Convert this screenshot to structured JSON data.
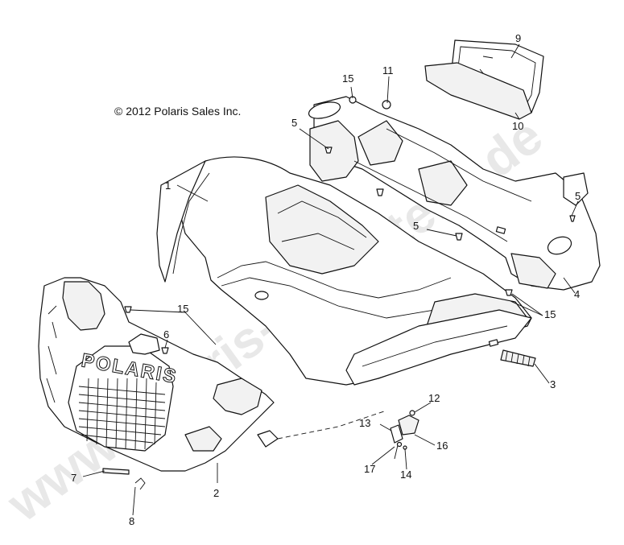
{
  "copyright": "© 2012 Polaris Sales Inc.",
  "watermark": "www.polaris-ersatzteile.de",
  "brand_text": "POLARIS",
  "callouts": [
    {
      "id": "1",
      "text": "1"
    },
    {
      "id": "2",
      "text": "2"
    },
    {
      "id": "3",
      "text": "3"
    },
    {
      "id": "4",
      "text": "4"
    },
    {
      "id": "5a",
      "text": "5"
    },
    {
      "id": "5b",
      "text": "5"
    },
    {
      "id": "5c",
      "text": "5"
    },
    {
      "id": "6",
      "text": "6"
    },
    {
      "id": "7",
      "text": "7"
    },
    {
      "id": "8",
      "text": "8"
    },
    {
      "id": "9",
      "text": "9"
    },
    {
      "id": "10",
      "text": "10"
    },
    {
      "id": "11",
      "text": "11"
    },
    {
      "id": "12",
      "text": "12"
    },
    {
      "id": "13",
      "text": "13"
    },
    {
      "id": "14",
      "text": "14"
    },
    {
      "id": "15a",
      "text": "15"
    },
    {
      "id": "15b",
      "text": "15"
    },
    {
      "id": "15c",
      "text": "15"
    },
    {
      "id": "16",
      "text": "16"
    },
    {
      "id": "17",
      "text": "17"
    }
  ]
}
